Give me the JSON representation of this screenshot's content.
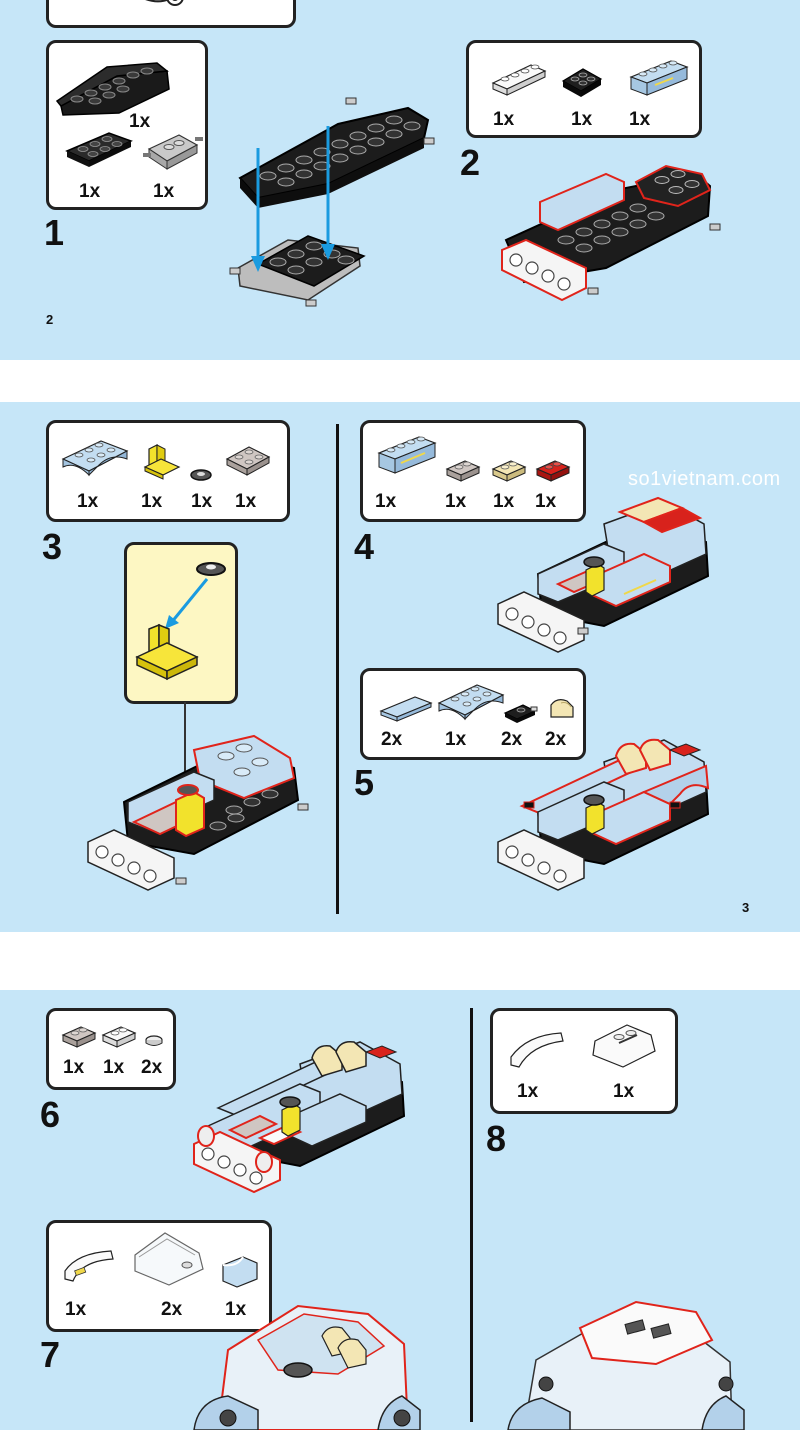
{
  "watermark": "so1vietnam.com",
  "pages": [
    {
      "page_number": "2",
      "steps": [
        {
          "number": "1",
          "parts": [
            {
              "qty": "1x",
              "icon": "black-wedge-plate-icon"
            },
            {
              "qty": "1x",
              "icon": "black-plate-2x4-icon"
            },
            {
              "qty": "1x",
              "icon": "gray-axle-plate-icon"
            }
          ]
        },
        {
          "number": "2",
          "parts": [
            {
              "qty": "1x",
              "icon": "white-plate-1x4-icon"
            },
            {
              "qty": "1x",
              "icon": "black-plate-2x2-icon"
            },
            {
              "qty": "1x",
              "icon": "light-blue-brick-1x4-icon"
            }
          ]
        }
      ]
    },
    {
      "page_number": "3",
      "steps": [
        {
          "number": "3",
          "parts": [
            {
              "qty": "1x",
              "icon": "light-blue-mudguard-icon"
            },
            {
              "qty": "1x",
              "icon": "yellow-lever-base-icon"
            },
            {
              "qty": "1x",
              "icon": "steering-wheel-icon"
            },
            {
              "qty": "1x",
              "icon": "gray-plate-2x2-icon"
            }
          ]
        },
        {
          "number": "4",
          "parts": [
            {
              "qty": "1x",
              "icon": "light-blue-brick-1x4-icon"
            },
            {
              "qty": "1x",
              "icon": "gray-plate-1x2-icon"
            },
            {
              "qty": "1x",
              "icon": "tan-plate-1x2-icon"
            },
            {
              "qty": "1x",
              "icon": "red-plate-1x2-icon"
            }
          ]
        },
        {
          "number": "5",
          "parts": [
            {
              "qty": "2x",
              "icon": "light-blue-tile-1x4-icon"
            },
            {
              "qty": "1x",
              "icon": "light-blue-mudguard-icon"
            },
            {
              "qty": "2x",
              "icon": "black-clip-plate-icon"
            },
            {
              "qty": "2x",
              "icon": "tan-slope-icon"
            }
          ]
        }
      ]
    },
    {
      "steps": [
        {
          "number": "6",
          "parts": [
            {
              "qty": "1x",
              "icon": "gray-plate-1x2-icon"
            },
            {
              "qty": "1x",
              "icon": "white-plate-1x2-icon"
            },
            {
              "qty": "2x",
              "icon": "round-tile-icon"
            }
          ]
        },
        {
          "number": "7",
          "parts": [
            {
              "qty": "1x",
              "icon": "white-curved-slope-icon"
            },
            {
              "qty": "2x",
              "icon": "windscreen-icon"
            },
            {
              "qty": "1x",
              "icon": "light-blue-curved-tile-icon"
            }
          ]
        },
        {
          "number": "8",
          "parts": [
            {
              "qty": "1x",
              "icon": "white-arch-icon"
            },
            {
              "qty": "1x",
              "icon": "white-roof-plate-icon"
            }
          ]
        }
      ]
    }
  ],
  "colors": {
    "background": "#c6e6f8",
    "arrow": "#1a9be0",
    "highlight": "#e0241b",
    "callout": "#fdf7c3"
  }
}
